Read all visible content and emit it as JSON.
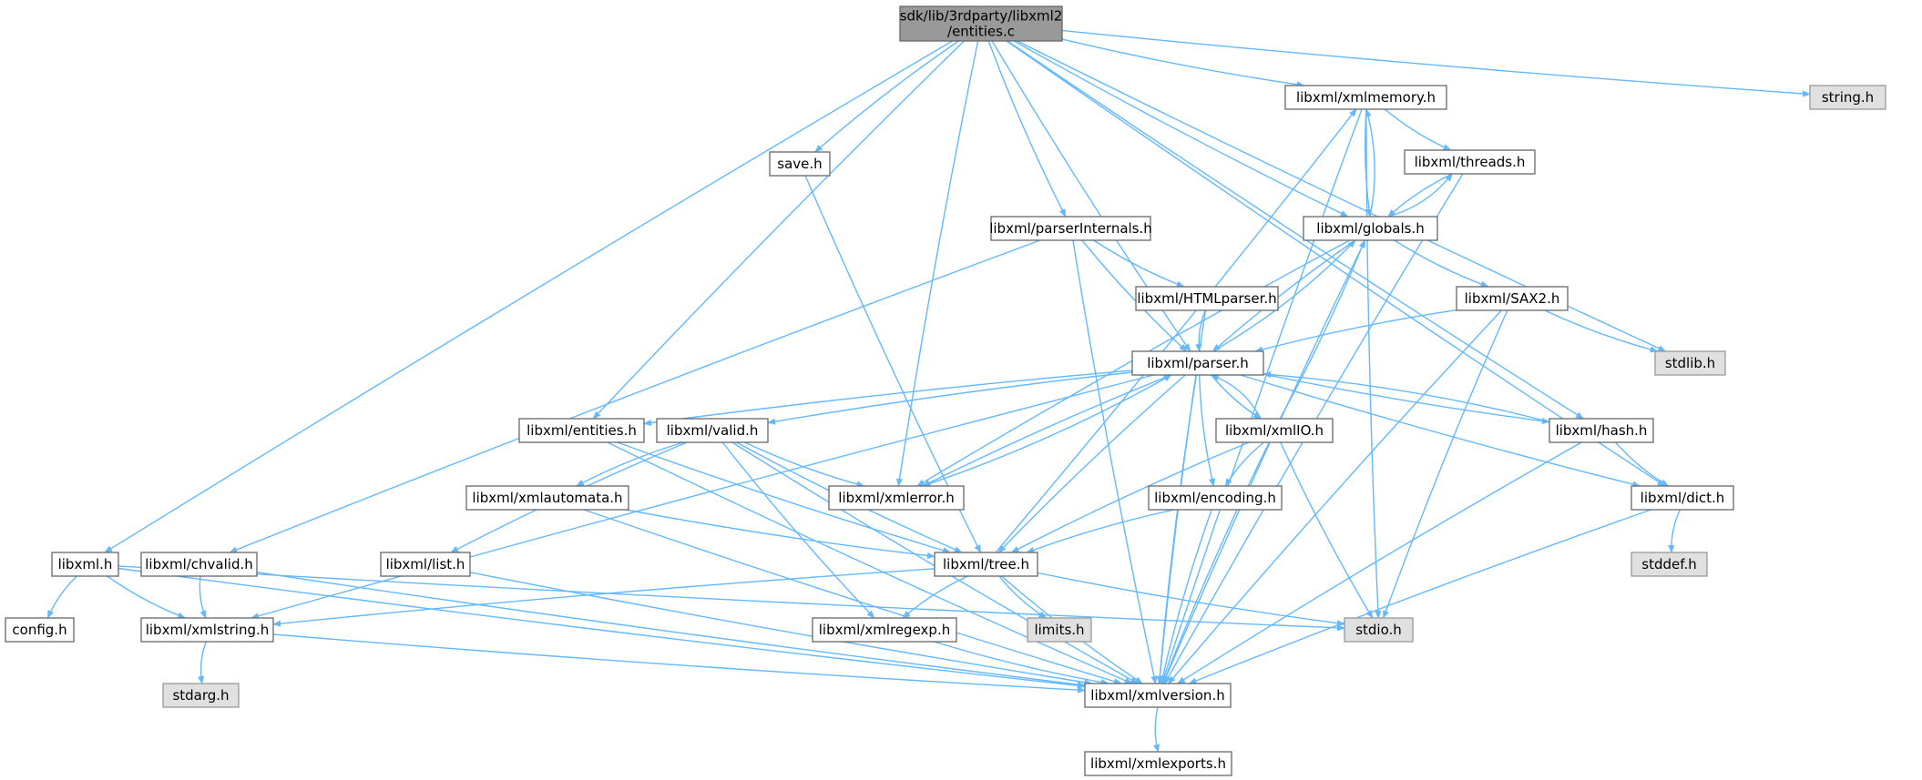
{
  "colors": {
    "edge": "#63B8FF",
    "node_fill": "#ffffff",
    "node_border": "#666666",
    "system_fill": "#e0e0e0",
    "system_border": "#999999",
    "root_fill": "#999999",
    "root_border": "#666666"
  },
  "nodes": [
    {
      "id": "root",
      "lines": [
        "sdk/lib/3rdparty/libxml2",
        "/entities.c"
      ],
      "kind": "root"
    },
    {
      "id": "xmlmemory",
      "lines": [
        "libxml/xmlmemory.h"
      ],
      "kind": "normal"
    },
    {
      "id": "string",
      "lines": [
        "string.h"
      ],
      "kind": "system"
    },
    {
      "id": "threads",
      "lines": [
        "libxml/threads.h"
      ],
      "kind": "normal"
    },
    {
      "id": "save",
      "lines": [
        "save.h"
      ],
      "kind": "normal"
    },
    {
      "id": "parserInternals",
      "lines": [
        "libxml/parserInternals.h"
      ],
      "kind": "normal"
    },
    {
      "id": "globals",
      "lines": [
        "libxml/globals.h"
      ],
      "kind": "normal"
    },
    {
      "id": "HTMLparser",
      "lines": [
        "libxml/HTMLparser.h"
      ],
      "kind": "normal"
    },
    {
      "id": "SAX2",
      "lines": [
        "libxml/SAX2.h"
      ],
      "kind": "normal"
    },
    {
      "id": "stdlib",
      "lines": [
        "stdlib.h"
      ],
      "kind": "system"
    },
    {
      "id": "parser",
      "lines": [
        "libxml/parser.h"
      ],
      "kind": "normal"
    },
    {
      "id": "entities",
      "lines": [
        "libxml/entities.h"
      ],
      "kind": "normal"
    },
    {
      "id": "valid",
      "lines": [
        "libxml/valid.h"
      ],
      "kind": "normal"
    },
    {
      "id": "xmlIO",
      "lines": [
        "libxml/xmlIO.h"
      ],
      "kind": "normal"
    },
    {
      "id": "hash",
      "lines": [
        "libxml/hash.h"
      ],
      "kind": "normal"
    },
    {
      "id": "xmlautomata",
      "lines": [
        "libxml/xmlautomata.h"
      ],
      "kind": "normal"
    },
    {
      "id": "xmlerror",
      "lines": [
        "libxml/xmlerror.h"
      ],
      "kind": "normal"
    },
    {
      "id": "encoding",
      "lines": [
        "libxml/encoding.h"
      ],
      "kind": "normal"
    },
    {
      "id": "dict",
      "lines": [
        "libxml/dict.h"
      ],
      "kind": "normal"
    },
    {
      "id": "libxml",
      "lines": [
        "libxml.h"
      ],
      "kind": "normal"
    },
    {
      "id": "chvalid",
      "lines": [
        "libxml/chvalid.h"
      ],
      "kind": "normal"
    },
    {
      "id": "list",
      "lines": [
        "libxml/list.h"
      ],
      "kind": "normal"
    },
    {
      "id": "tree",
      "lines": [
        "libxml/tree.h"
      ],
      "kind": "normal"
    },
    {
      "id": "stddef",
      "lines": [
        "stddef.h"
      ],
      "kind": "system"
    },
    {
      "id": "config",
      "lines": [
        "config.h"
      ],
      "kind": "normal"
    },
    {
      "id": "xmlstring",
      "lines": [
        "libxml/xmlstring.h"
      ],
      "kind": "normal"
    },
    {
      "id": "xmlregexp",
      "lines": [
        "libxml/xmlregexp.h"
      ],
      "kind": "normal"
    },
    {
      "id": "limits",
      "lines": [
        "limits.h"
      ],
      "kind": "system"
    },
    {
      "id": "stdio",
      "lines": [
        "stdio.h"
      ],
      "kind": "system"
    },
    {
      "id": "stdarg",
      "lines": [
        "stdarg.h"
      ],
      "kind": "system"
    },
    {
      "id": "xmlversion",
      "lines": [
        "libxml/xmlversion.h"
      ],
      "kind": "normal"
    },
    {
      "id": "xmlexports",
      "lines": [
        "libxml/xmlexports.h"
      ],
      "kind": "normal"
    }
  ],
  "edges": [
    [
      "root",
      "xmlmemory"
    ],
    [
      "root",
      "string"
    ],
    [
      "root",
      "save"
    ],
    [
      "root",
      "parserInternals"
    ],
    [
      "root",
      "globals"
    ],
    [
      "root",
      "stdlib"
    ],
    [
      "root",
      "parser"
    ],
    [
      "root",
      "entities"
    ],
    [
      "root",
      "xmlerror"
    ],
    [
      "root",
      "hash"
    ],
    [
      "root",
      "dict"
    ],
    [
      "root",
      "libxml"
    ],
    [
      "xmlmemory",
      "threads"
    ],
    [
      "xmlmemory",
      "globals"
    ],
    [
      "xmlmemory",
      "stdio"
    ],
    [
      "xmlmemory",
      "xmlversion"
    ],
    [
      "threads",
      "globals"
    ],
    [
      "threads",
      "xmlversion"
    ],
    [
      "globals",
      "xmlmemory"
    ],
    [
      "globals",
      "threads"
    ],
    [
      "globals",
      "SAX2"
    ],
    [
      "globals",
      "parser"
    ],
    [
      "globals",
      "xmlerror"
    ],
    [
      "globals",
      "xmlversion"
    ],
    [
      "save",
      "tree"
    ],
    [
      "parserInternals",
      "HTMLparser"
    ],
    [
      "parserInternals",
      "parser"
    ],
    [
      "parserInternals",
      "chvalid"
    ],
    [
      "parserInternals",
      "xmlversion"
    ],
    [
      "HTMLparser",
      "parser"
    ],
    [
      "HTMLparser",
      "xmlversion"
    ],
    [
      "SAX2",
      "parser"
    ],
    [
      "SAX2",
      "stdlib"
    ],
    [
      "SAX2",
      "stdio"
    ],
    [
      "SAX2",
      "xmlversion"
    ],
    [
      "parser",
      "globals"
    ],
    [
      "parser",
      "entities"
    ],
    [
      "parser",
      "valid"
    ],
    [
      "parser",
      "xmlIO"
    ],
    [
      "parser",
      "hash"
    ],
    [
      "parser",
      "xmlerror"
    ],
    [
      "parser",
      "encoding"
    ],
    [
      "parser",
      "dict"
    ],
    [
      "parser",
      "tree"
    ],
    [
      "parser",
      "xmlstring"
    ],
    [
      "parser",
      "xmlversion"
    ],
    [
      "entities",
      "tree"
    ],
    [
      "entities",
      "xmlversion"
    ],
    [
      "valid",
      "xmlautomata"
    ],
    [
      "valid",
      "xmlerror"
    ],
    [
      "valid",
      "list"
    ],
    [
      "valid",
      "tree"
    ],
    [
      "valid",
      "xmlregexp"
    ],
    [
      "valid",
      "xmlversion"
    ],
    [
      "xmlIO",
      "parser"
    ],
    [
      "xmlIO",
      "globals"
    ],
    [
      "xmlIO",
      "encoding"
    ],
    [
      "xmlIO",
      "tree"
    ],
    [
      "xmlIO",
      "stdio"
    ],
    [
      "xmlIO",
      "xmlversion"
    ],
    [
      "hash",
      "parser"
    ],
    [
      "hash",
      "dict"
    ],
    [
      "hash",
      "xmlversion"
    ],
    [
      "xmlautomata",
      "tree"
    ],
    [
      "xmlautomata",
      "xmlversion"
    ],
    [
      "xmlerror",
      "parser"
    ],
    [
      "encoding",
      "tree"
    ],
    [
      "encoding",
      "xmlversion"
    ],
    [
      "dict",
      "stddef"
    ],
    [
      "dict",
      "xmlversion"
    ],
    [
      "libxml",
      "config"
    ],
    [
      "libxml",
      "xmlstring"
    ],
    [
      "libxml",
      "stdio"
    ],
    [
      "libxml",
      "xmlversion"
    ],
    [
      "chvalid",
      "xmlstring"
    ],
    [
      "chvalid",
      "xmlversion"
    ],
    [
      "list",
      "xmlversion"
    ],
    [
      "tree",
      "xmlmemory"
    ],
    [
      "tree",
      "xmlstring"
    ],
    [
      "tree",
      "xmlregexp"
    ],
    [
      "tree",
      "limits"
    ],
    [
      "tree",
      "stdio"
    ],
    [
      "tree",
      "xmlversion"
    ],
    [
      "xmlstring",
      "stdarg"
    ],
    [
      "xmlstring",
      "xmlversion"
    ],
    [
      "xmlregexp",
      "xmlversion"
    ],
    [
      "xmlversion",
      "xmlexports"
    ]
  ]
}
